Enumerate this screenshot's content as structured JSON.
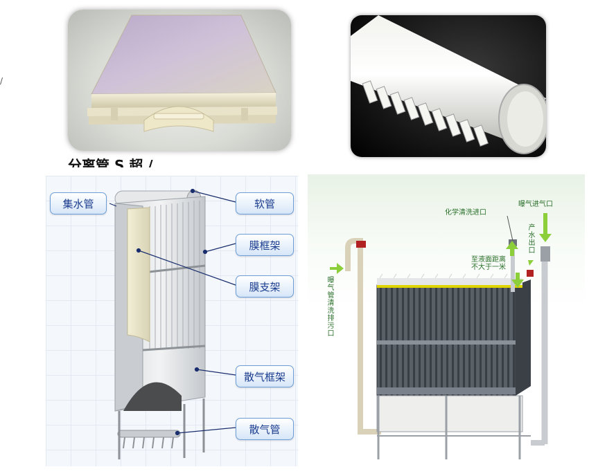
{
  "top_caption_partial": "分离管 S 超 /",
  "left_diagram": {
    "labels": {
      "water_collection_pipe": "集水管",
      "hose": "软管",
      "membrane_frame": "膜框架",
      "membrane_support": "膜支架",
      "aeration_frame": "散气框架",
      "aeration_pipe": "散气管"
    }
  },
  "right_diagram": {
    "labels": {
      "aeration_inlet": "曝气进气口",
      "chemical_cleaning_inlet": "化学清洗进口",
      "product_water_outlet": "产水出口",
      "liquid_distance": "至液面距离不大于一米",
      "aeration_pipe_drain": "曝气管清洗排污口"
    }
  },
  "colors": {
    "label_border": "#6d9ed8",
    "label_text": "#1a3c8f",
    "green_label": "#2a6f2a",
    "arrow_green": "#8ccf3a"
  },
  "icons": {
    "side_mark": "slash-mark"
  }
}
